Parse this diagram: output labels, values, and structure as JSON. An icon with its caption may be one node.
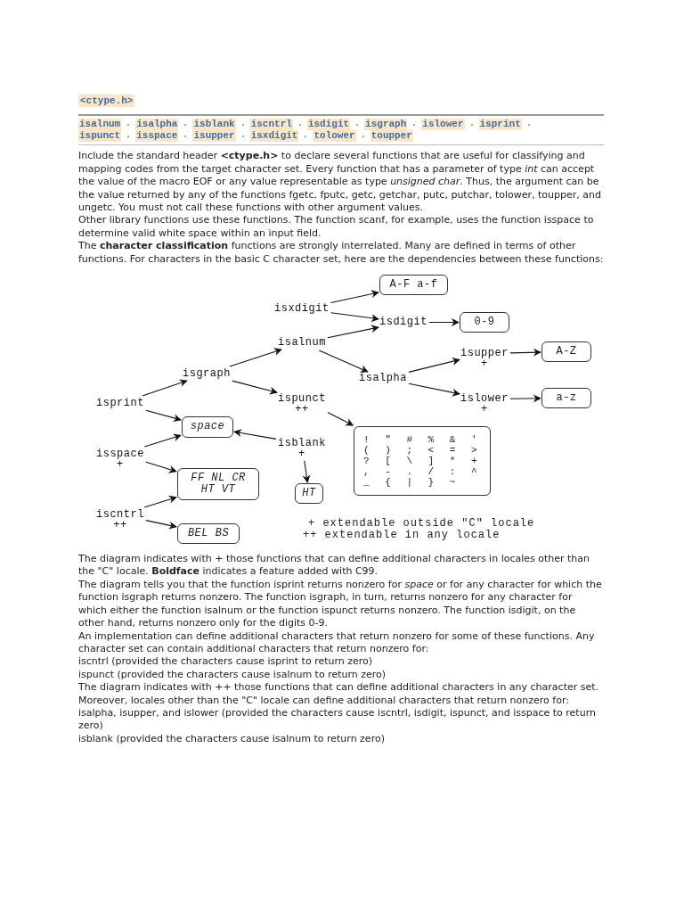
{
  "diagram": {
    "title": "<ctype.h>",
    "nodes": [
      {
        "text": [
          "isxdigit"
        ]
      },
      {
        "text": [
          "A-F a-f"
        ]
      },
      {
        "text": [
          "isdigit"
        ]
      },
      {
        "text": [
          "0-9"
        ]
      },
      {
        "text": [
          "isalnum"
        ]
      },
      {
        "text": [
          "isupper"
        ],
        "beside": [
          "+"
        ]
      },
      {
        "text": [
          "A-Z"
        ]
      },
      {
        "text": [
          "isgraph"
        ]
      },
      {
        "text": [
          "isalpha"
        ]
      },
      {
        "text": [
          "isprint"
        ]
      },
      {
        "text": [
          "ispunct"
        ],
        "beside": [
          "++"
        ]
      },
      {
        "text": [
          "islower"
        ],
        "beside": [
          "+"
        ]
      },
      {
        "text": [
          "a-z"
        ]
      },
      {
        "text": [
          "space"
        ]
      },
      {
        "text": [
          "isblank"
        ],
        "beside": [
          "+"
        ]
      },
      {
        "text": [
          "! \" # % & ' ( ) ; < = > ? [ \\ ] * + , - . / : ^ _ { | } ~"
        ]
      },
      {
        "text": [
          "isspace"
        ],
        "beside": [
          "+"
        ]
      },
      {
        "text": [
          "FF NL CR HT VT"
        ]
      },
      {
        "text": [
          "HT"
        ]
      },
      {
        "text": [
          "iscntrl"
        ],
        "beside": [
          "++"
        ]
      },
      {
        "text": [
          "BEL BS"
        ]
      }
    ],
    "edges": [
      {
        "from": 0,
        "to": 1,
        "arrow": "to"
      },
      {
        "from": 0,
        "to": 2,
        "arrow": "to"
      },
      {
        "from": 2,
        "to": 3,
        "arrow": "to"
      },
      {
        "from": 4,
        "to": 2,
        "arrow": "to"
      },
      {
        "from": 4,
        "to": 8,
        "arrow": "to"
      },
      {
        "from": 8,
        "to": 5,
        "arrow": "to"
      },
      {
        "from": 8,
        "to": 11,
        "arrow": "to"
      },
      {
        "from": 5,
        "to": 6,
        "arrow": "to"
      },
      {
        "from": 11,
        "to": 12,
        "arrow": "to"
      },
      {
        "from": 7,
        "to": 4,
        "arrow": "to"
      },
      {
        "from": 7,
        "to": 10,
        "arrow": "to"
      },
      {
        "from": 9,
        "to": 7,
        "arrow": "to"
      },
      {
        "from": 9,
        "to": 13,
        "arrow": "to"
      },
      {
        "from": 10,
        "to": 15,
        "arrow": "to"
      },
      {
        "from": 14,
        "to": 13,
        "arrow": "to"
      },
      {
        "from": 14,
        "to": 18,
        "arrow": "to"
      },
      {
        "from": 16,
        "to": 13,
        "arrow": "to"
      },
      {
        "from": 16,
        "to": 17,
        "arrow": "to"
      },
      {
        "from": 19,
        "to": 17,
        "arrow": "to"
      },
      {
        "from": 19,
        "to": 20,
        "arrow": "to"
      }
    ],
    "labels": [
      "isalnum",
      "isalpha",
      "isblank",
      "iscntrl",
      "isdigit",
      "isgraph",
      "islower",
      "isprint",
      "ispunct",
      "isspace",
      "isupper",
      "isxdigit",
      "tolower",
      "toupper",
      "Include the standard header **<ctype.h>** to declare several functions that are useful for classifying and mapping codes from the target character set. Every function that has a parameter of type *int* can accept the value of the macro EOF or any value representable as type *unsigned char*. Thus, the argument can be the value returned by any of the functions fgetc, fputc, getc, getchar, putc, putchar, tolower, toupper, and ungetc. You must not call these functions with other argument values.",
      "Other library functions use these functions. The function scanf, for example, uses the function isspace to determine valid white space within an input field.",
      "The **character classification** functions are strongly interrelated. Many are defined in terms of other functions. For characters in the basic C character set, here are the dependencies between these functions:",
      "+ extendable outside \"C\" locale",
      "++ extendable in any locale",
      "The diagram indicates with + those functions that can define additional characters in locales other than the \"C\" locale. **Boldface** indicates a feature added with C99.",
      "The diagram tells you that the function isprint returns nonzero for *space* or for any character for which the function isgraph returns nonzero. The function isgraph, in turn, returns nonzero for any character for which either the function isalnum or the function ispunct returns nonzero. The function isdigit, on the other hand, returns nonzero only for the digits 0-9.",
      "An implementation can define additional characters that return nonzero for some of these functions. Any character set can contain additional characters that return nonzero for:",
      "iscntrl (provided the characters cause isprint to return zero)",
      "ispunct (provided the characters cause isalnum to return zero)",
      "The diagram indicates with ++ those functions that can define additional characters in any character set. Moreover, locales other than the \"C\" locale can define additional characters that return nonzero for:",
      "isalpha, isupper, and islower (provided the characters cause iscntrl, isdigit, ispunct, and isspace to return zero)",
      "isblank (provided the characters cause isalnum to return zero)"
    ]
  }
}
